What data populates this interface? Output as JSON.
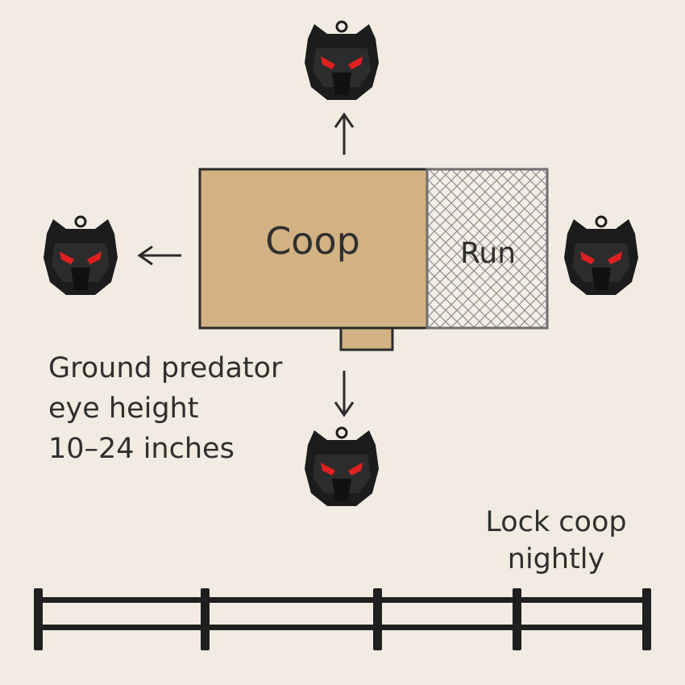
{
  "coop": {
    "label": "Coop"
  },
  "run": {
    "label": "Run"
  },
  "note_left": {
    "lines": [
      "Ground predator",
      "eye height",
      "10–24 inches"
    ]
  },
  "note_right": {
    "lines": [
      "Lock coop",
      "nightly"
    ]
  },
  "icons": [
    "predator-camera-icon-top",
    "predator-camera-icon-left",
    "predator-camera-icon-right",
    "predator-camera-icon-bottom"
  ],
  "colors": {
    "background": "#f1ebe1",
    "coop_fill": "#d2b282",
    "outline": "#2b2b2b",
    "camera_body": "#1c1c1c",
    "camera_eyes": "#e02020",
    "run_mesh": "#8a8a8a"
  }
}
